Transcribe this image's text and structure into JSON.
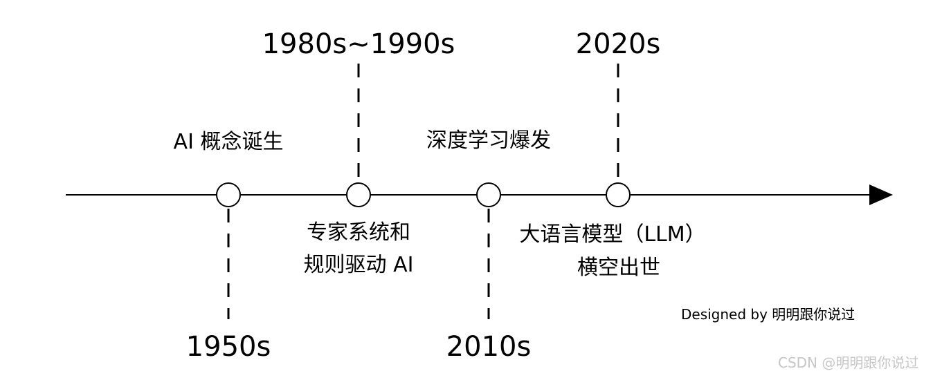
{
  "milestones": [
    {
      "year": "1950s",
      "event_lines": [
        "AI 概念诞生"
      ]
    },
    {
      "year": "1980s~1990s",
      "event_lines": [
        "专家系统和",
        "规则驱动 AI"
      ]
    },
    {
      "year": "2010s",
      "event_lines": [
        "深度学习爆发"
      ]
    },
    {
      "year": "2020s",
      "event_lines": [
        "大语言模型（LLM）",
        "横空出世"
      ]
    }
  ],
  "credit": "Designed by 明明跟你说过",
  "watermark": "CSDN @明明跟你说过",
  "colors": {
    "line": "#000000",
    "node_fill": "#ffffff",
    "watermark": "#c6c6c6"
  }
}
